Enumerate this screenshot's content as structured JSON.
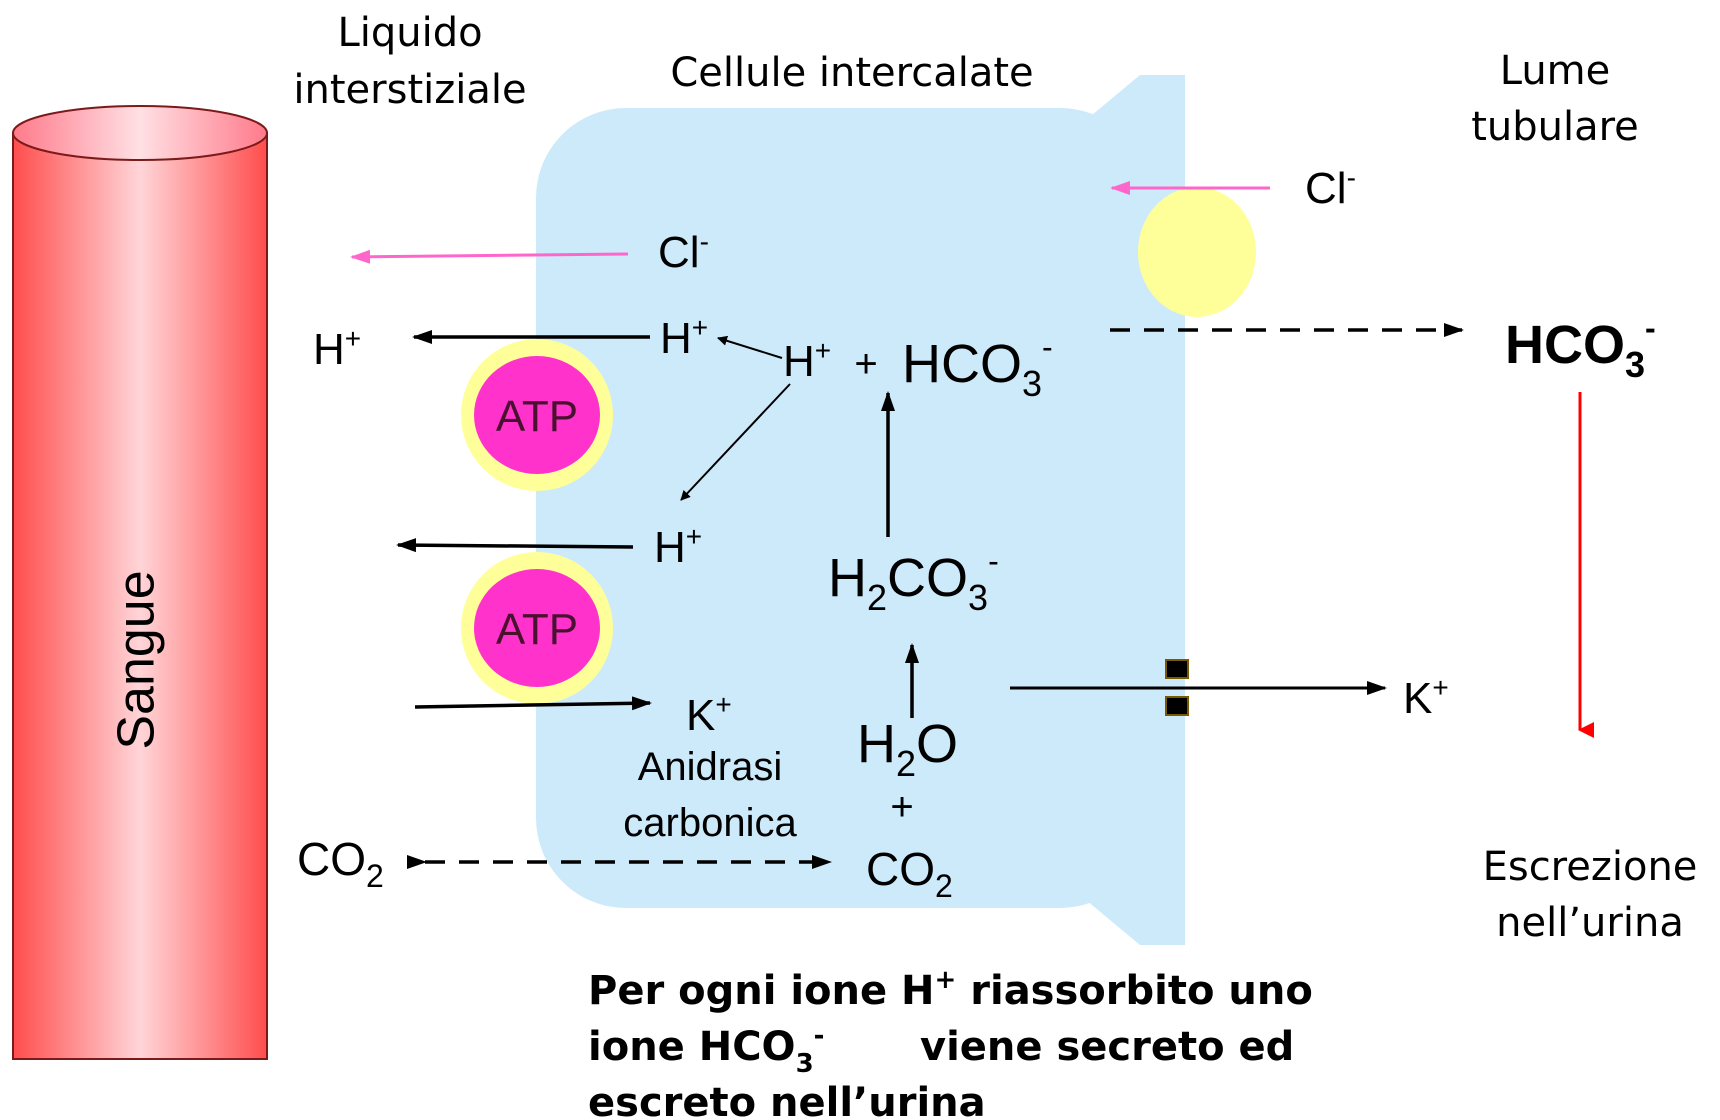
{
  "labels": {
    "interstitial_line1": "Liquido",
    "interstitial_line2": "interstiziale",
    "cells": "Cellule intercalate",
    "lumen_line1": "Lume",
    "lumen_line2": "tubulare",
    "blood": "Sangue",
    "excretion_line1": "Escrezione",
    "excretion_line2": "nell’urina"
  },
  "ions": {
    "cl": "Cl",
    "minus": "-",
    "plus": "+",
    "h": "H",
    "k": "K",
    "hco3_base": "HCO",
    "sub3": "3",
    "sub2": "2",
    "co": "CO",
    "h2co3_h": "H",
    "h2co3_co": "CO",
    "h2o_h": "H",
    "h2o_o": "O",
    "plus_sign": "+"
  },
  "atp": "ATP",
  "enzyme_line1": "Anidrasi",
  "enzyme_line2": "carbonica",
  "caption": {
    "line1_a": "Per ogni ione H",
    "line1_sup": "+",
    "line1_b": " riassorbito uno",
    "line2_a": "ione HCO",
    "line2_sub": "3",
    "line2_sup": "-",
    "line2_b": "viene secreto ed",
    "line3": "escreto nell’urina"
  },
  "colors": {
    "blood_red": "#ff4d4d",
    "cell_blue": "#cdeafa",
    "transporter_yellow": "#ffff99",
    "atp_magenta": "#ff33cc",
    "chloride_arrow": "#ff66cc",
    "urine_arrow": "#ff0000"
  }
}
